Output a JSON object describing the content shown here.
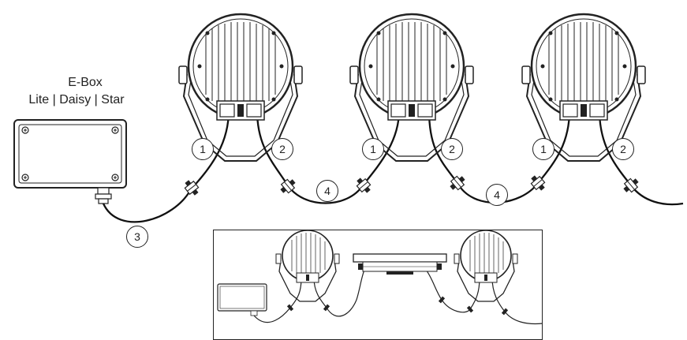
{
  "ebox": {
    "title": "E-Box",
    "variants": "Lite | Daisy | Star"
  },
  "callouts": [
    "1",
    "2",
    "1",
    "2",
    "1",
    "2",
    "3",
    "4",
    "4"
  ],
  "colors": {
    "line": "#222222",
    "fill": "#ffffff",
    "detail": "#555555"
  }
}
